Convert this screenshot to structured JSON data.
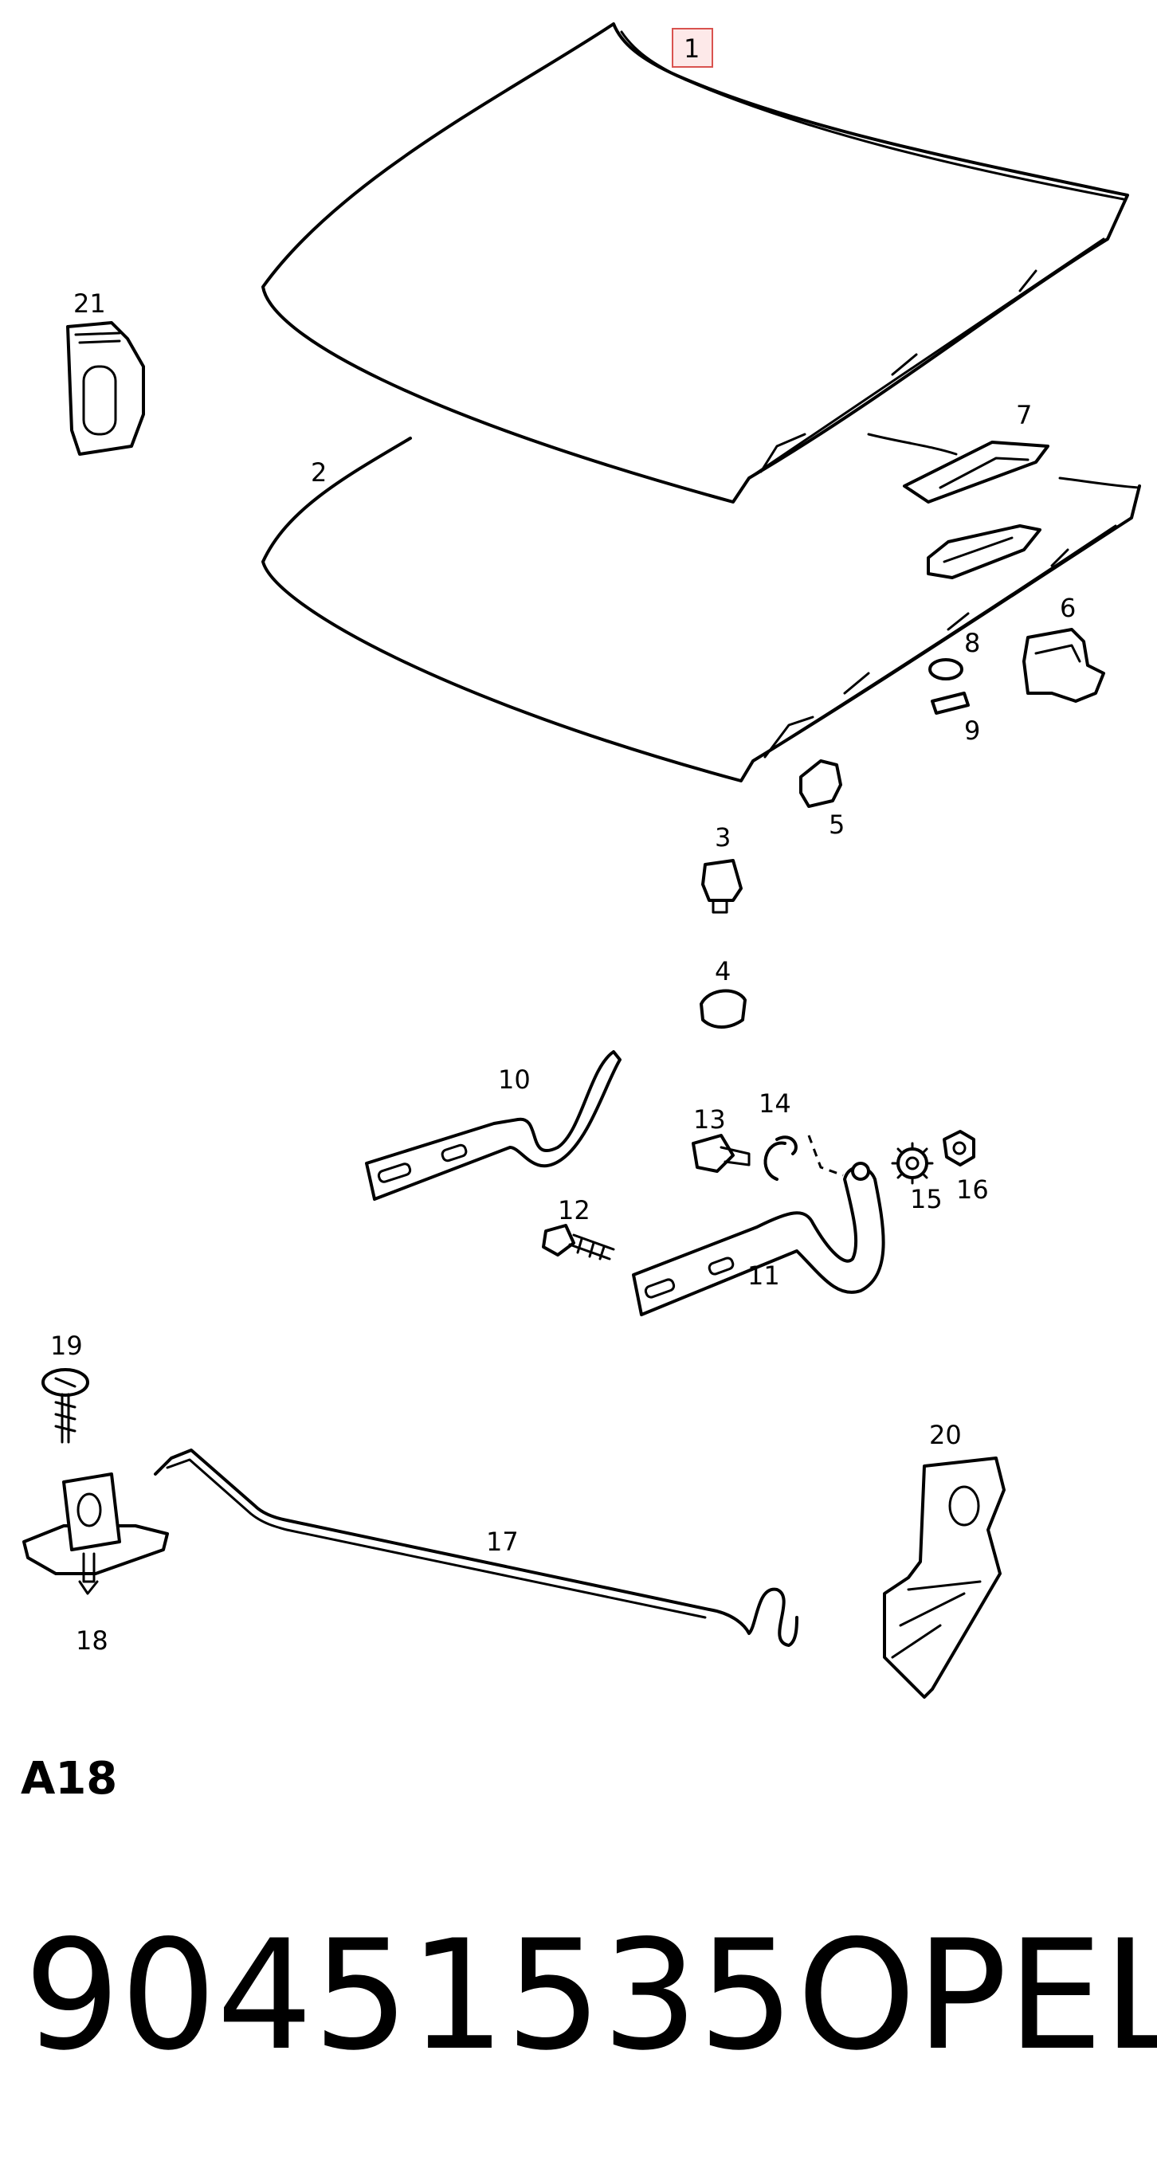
{
  "callouts": [
    "1",
    "2",
    "3",
    "4",
    "5",
    "6",
    "7",
    "8",
    "9",
    "10",
    "11",
    "12",
    "13",
    "14",
    "15",
    "16",
    "17",
    "18",
    "19",
    "20",
    "21"
  ],
  "highlight_color": "#d9534f",
  "section_code": "A18",
  "part_number": "90451535",
  "brand": "OPEL"
}
